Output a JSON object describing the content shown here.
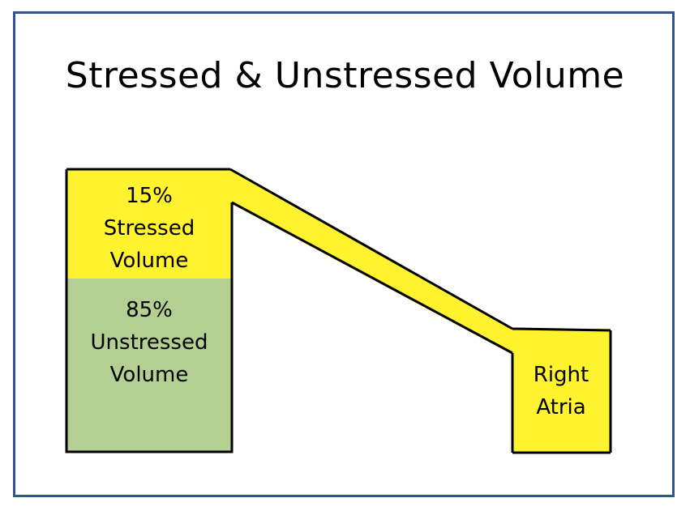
{
  "title": "Stressed & Unstressed Volume",
  "colors": {
    "frame_border": "#2f5597",
    "stressed_fill": "#fff22f",
    "unstressed_fill": "#b3cf92",
    "outline": "#000000"
  },
  "reservoir": {
    "stressed": {
      "percent": "15%",
      "line1": "Stressed",
      "line2": "Volume"
    },
    "unstressed": {
      "percent": "85%",
      "line1": "Unstressed",
      "line2": "Volume"
    }
  },
  "right_atria": {
    "line1": "Right",
    "line2": "Atria"
  }
}
